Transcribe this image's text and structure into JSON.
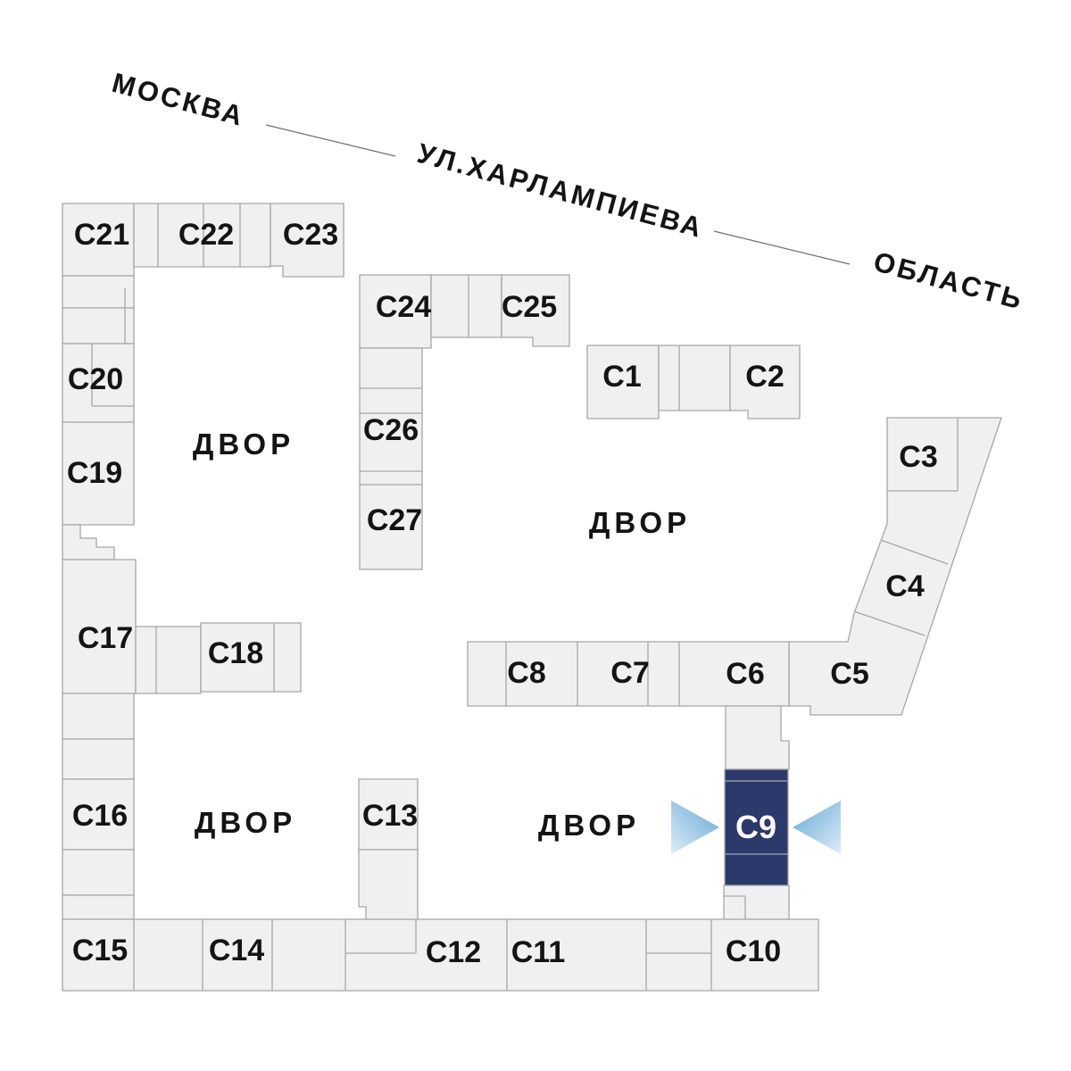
{
  "street": {
    "city_label": "МОСКВА",
    "street_label": "УЛ.ХАРЛАМПИЕВА",
    "region_label": "ОБЛАСТЬ"
  },
  "courtyard": {
    "label": "ДВОР"
  },
  "buildings": {
    "c1": {
      "label": "С1"
    },
    "c2": {
      "label": "С2"
    },
    "c3": {
      "label": "С3"
    },
    "c4": {
      "label": "С4"
    },
    "c5": {
      "label": "С5"
    },
    "c6": {
      "label": "С6"
    },
    "c7": {
      "label": "С7"
    },
    "c8": {
      "label": "С8"
    },
    "c10": {
      "label": "С10"
    },
    "c11": {
      "label": "С11"
    },
    "c12": {
      "label": "С12"
    },
    "c13": {
      "label": "С13"
    },
    "c14": {
      "label": "С14"
    },
    "c15": {
      "label": "С15"
    },
    "c16": {
      "label": "С16"
    },
    "c17": {
      "label": "С17"
    },
    "c18": {
      "label": "С18"
    },
    "c19": {
      "label": "С19"
    },
    "c20": {
      "label": "С20"
    },
    "c21": {
      "label": "С21"
    },
    "c22": {
      "label": "С22"
    },
    "c23": {
      "label": "С23"
    },
    "c24": {
      "label": "С24"
    },
    "c25": {
      "label": "С25"
    },
    "c26": {
      "label": "С26"
    },
    "c27": {
      "label": "С27"
    }
  },
  "highlight": {
    "id": "c9",
    "label": "С9"
  },
  "colors": {
    "block_fill": "#f0f0f0",
    "block_stroke": "#a6a6a6",
    "label_color": "#141414",
    "street_line": "#707070",
    "highlight_fill": "#2b3a6b",
    "highlight_label": "#ffffff",
    "highlight_divider": "#8f95ad",
    "arrow_light": "#ddecf8",
    "arrow_deep": "#64a7d4"
  }
}
